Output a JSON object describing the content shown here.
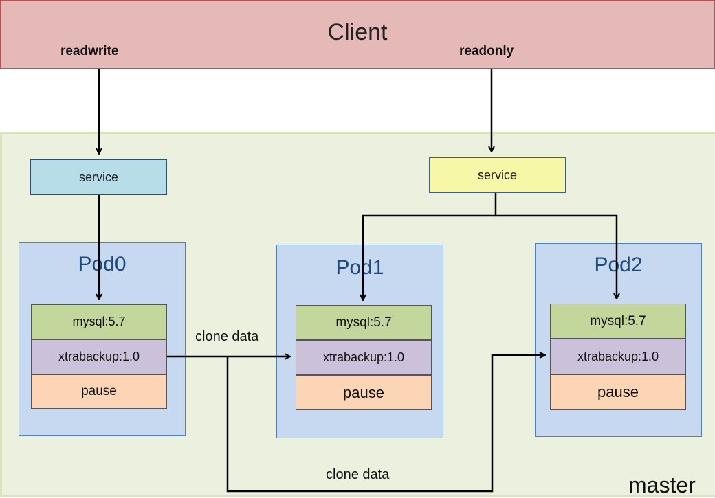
{
  "client": {
    "title": "Client",
    "readwrite": "readwrite",
    "readonly": "readonly"
  },
  "services": {
    "rw": "service",
    "ro": "service"
  },
  "pods": [
    {
      "title": "Pod0",
      "mysql": "mysql:5.7",
      "xtrabackup": "xtrabackup:1.0",
      "pause": "pause"
    },
    {
      "title": "Pod1",
      "mysql": "mysql:5.7",
      "xtrabackup": "xtrabackup:1.0",
      "pause": "pause"
    },
    {
      "title": "Pod2",
      "mysql": "mysql:5.7",
      "xtrabackup": "xtrabackup:1.0",
      "pause": "pause"
    }
  ],
  "clone_label_top": "clone data",
  "clone_label_bottom": "clone data",
  "cluster_label": "master"
}
